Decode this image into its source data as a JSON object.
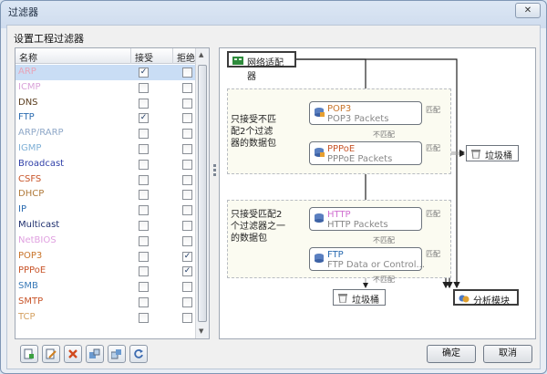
{
  "window": {
    "title": "过滤器",
    "close_label": "✕"
  },
  "group_label": "设置工程过滤器",
  "table": {
    "headers": {
      "name": "名称",
      "accept": "接受",
      "reject": "拒绝"
    },
    "rows": [
      {
        "name": "ARP",
        "color": "#e8a4b8",
        "accept": true,
        "reject": false,
        "selected": true
      },
      {
        "name": "ICMP",
        "color": "#d9a3d9",
        "accept": false,
        "reject": false
      },
      {
        "name": "DNS",
        "color": "#5a3d1e",
        "accept": false,
        "reject": false
      },
      {
        "name": "FTP",
        "color": "#2a6bb0",
        "accept": true,
        "reject": false
      },
      {
        "name": "ARP/RARP",
        "color": "#8fa8c8",
        "accept": false,
        "reject": false
      },
      {
        "name": "IGMP",
        "color": "#7fb0d6",
        "accept": false,
        "reject": false
      },
      {
        "name": "Broadcast",
        "color": "#2f3fa8",
        "accept": false,
        "reject": false
      },
      {
        "name": "CSFS",
        "color": "#c8552a",
        "accept": false,
        "reject": false
      },
      {
        "name": "DHCP",
        "color": "#b07a3a",
        "accept": false,
        "reject": false
      },
      {
        "name": "IP",
        "color": "#2a6bb0",
        "accept": false,
        "reject": false
      },
      {
        "name": "Multicast",
        "color": "#1f2f6e",
        "accept": false,
        "reject": false
      },
      {
        "name": "NetBIOS",
        "color": "#e0a0e0",
        "accept": false,
        "reject": false
      },
      {
        "name": "POP3",
        "color": "#c8742a",
        "accept": false,
        "reject": true
      },
      {
        "name": "PPPoE",
        "color": "#c8552a",
        "accept": false,
        "reject": true
      },
      {
        "name": "SMB",
        "color": "#3a7ab8",
        "accept": false,
        "reject": false
      },
      {
        "name": "SMTP",
        "color": "#c8552a",
        "accept": false,
        "reject": false
      },
      {
        "name": "TCP",
        "color": "#d4a060",
        "accept": false,
        "reject": false
      }
    ]
  },
  "diagram": {
    "adapter": "网络适配器",
    "zone1_label": "只接受不匹配2个过滤器的数据包",
    "zone2_label": "只接受匹配2个过滤器之一的数据包",
    "nodes": {
      "pop3": {
        "title": "POP3",
        "subtitle": "POP3 Packets",
        "color": "#c8742a"
      },
      "pppoe": {
        "title": "PPPoE",
        "subtitle": "PPPoE Packets",
        "color": "#c8552a"
      },
      "http": {
        "title": "HTTP",
        "subtitle": "HTTP Packets",
        "color": "#d070d0"
      },
      "ftp": {
        "title": "FTP",
        "subtitle": "FTP Data or Control...",
        "color": "#2a6bb0"
      }
    },
    "match_label": "匹配",
    "nomatch_label": "不匹配",
    "trash_label": "垃圾桶",
    "analysis_label": "分析模块"
  },
  "toolbar": {
    "icons": [
      "add-filter-icon",
      "edit-filter-icon",
      "delete-filter-icon",
      "import-icon",
      "export-icon",
      "refresh-icon"
    ]
  },
  "buttons": {
    "ok": "确定",
    "cancel": "取消"
  }
}
